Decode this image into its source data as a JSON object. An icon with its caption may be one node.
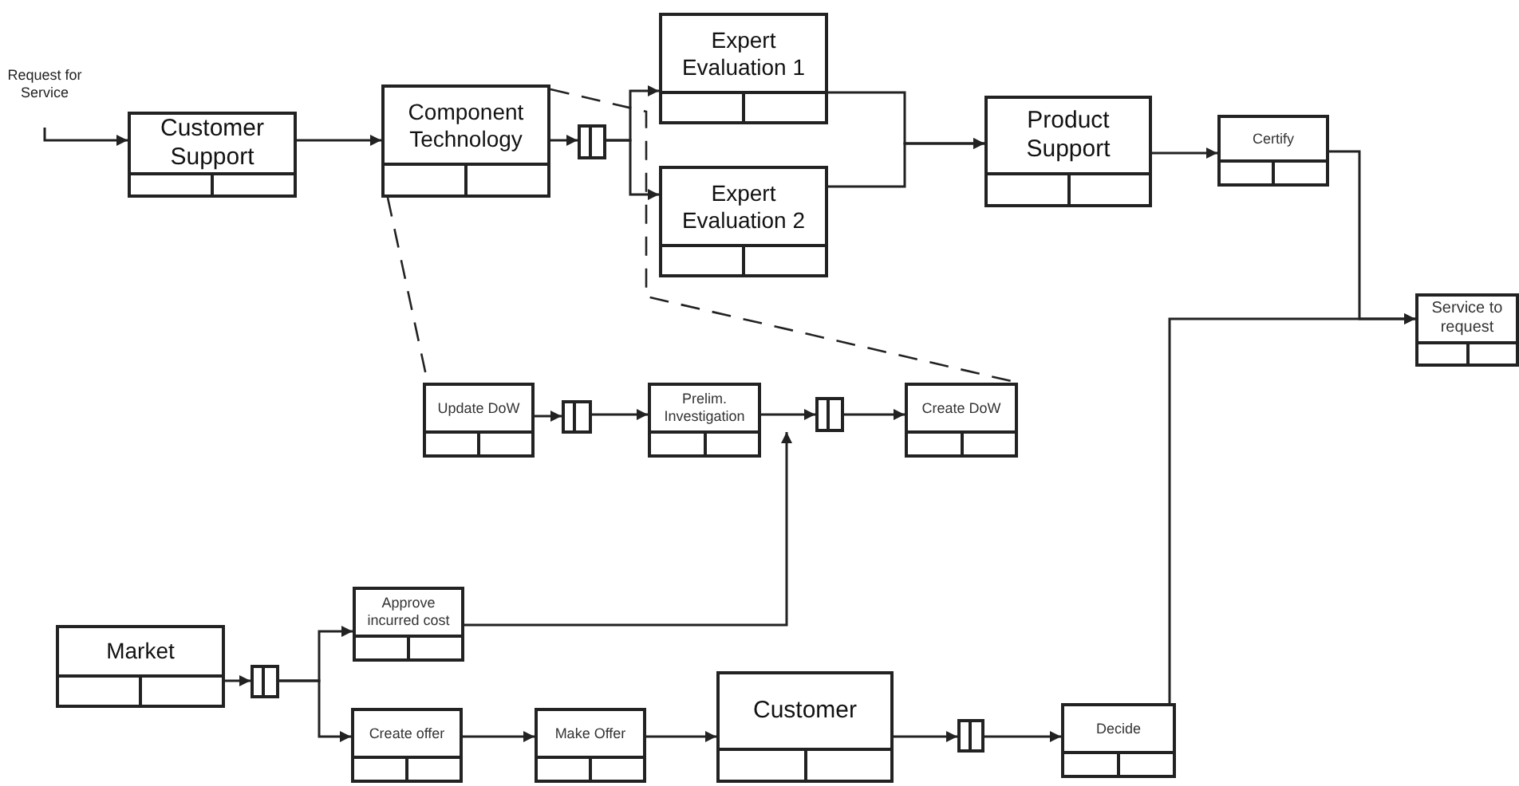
{
  "diagram": {
    "nodes": [
      {
        "text": [
          "Request for Service"
        ]
      },
      {
        "text": [
          "Customer Support"
        ]
      },
      {
        "text": [
          "Component Technology"
        ]
      },
      {
        "text": [],
        "shape": "box"
      },
      {
        "text": [
          "Expert Evaluation 1"
        ]
      },
      {
        "text": [
          "Expert Evaluation 2"
        ]
      },
      {
        "text": [
          "Product Support"
        ]
      },
      {
        "text": [
          "Certify"
        ]
      },
      {
        "text": [
          "Service to request"
        ]
      },
      {
        "text": [
          "Update DoW"
        ]
      },
      {
        "text": [],
        "shape": "box"
      },
      {
        "text": [
          "Prelim. Investigation"
        ]
      },
      {
        "text": [],
        "shape": "box"
      },
      {
        "text": [
          "Create DoW"
        ]
      },
      {
        "text": [
          "Market"
        ]
      },
      {
        "text": [],
        "shape": "box"
      },
      {
        "text": [
          "Approve incurred cost"
        ]
      },
      {
        "text": [
          "Create offer"
        ]
      },
      {
        "text": [
          "Make Offer"
        ]
      },
      {
        "text": [
          "Customer"
        ]
      },
      {
        "text": [],
        "shape": "box"
      },
      {
        "text": [
          "Decide"
        ]
      }
    ],
    "edges": [
      {
        "from": 0,
        "to": 1,
        "arrow": "to"
      },
      {
        "from": 1,
        "to": 2,
        "arrow": "to"
      },
      {
        "from": 2,
        "to": 3,
        "arrow": "to"
      },
      {
        "from": 3,
        "to": 4,
        "arrow": "to"
      },
      {
        "from": 3,
        "to": 5,
        "arrow": "to"
      },
      {
        "from": 4,
        "to": 6,
        "arrow": "to"
      },
      {
        "from": 5,
        "to": 6,
        "arrow": "to"
      },
      {
        "from": 6,
        "to": 7,
        "arrow": "to"
      },
      {
        "from": 7,
        "to": 8,
        "arrow": "to"
      },
      {
        "from": 21,
        "to": 8,
        "arrow": "to"
      },
      {
        "from": 2,
        "to": 9,
        "arrow": "none",
        "style": "dashed"
      },
      {
        "from": 2,
        "to": 13,
        "arrow": "none",
        "style": "dashed"
      },
      {
        "from": 9,
        "to": 10,
        "arrow": "to"
      },
      {
        "from": 10,
        "to": 11,
        "arrow": "to"
      },
      {
        "from": 11,
        "to": 12,
        "arrow": "to"
      },
      {
        "from": 16,
        "to": 12,
        "arrow": "to"
      },
      {
        "from": 12,
        "to": 13,
        "arrow": "to"
      },
      {
        "from": 14,
        "to": 15,
        "arrow": "to"
      },
      {
        "from": 15,
        "to": 16,
        "arrow": "to"
      },
      {
        "from": 15,
        "to": 17,
        "arrow": "to"
      },
      {
        "from": 17,
        "to": 18,
        "arrow": "to"
      },
      {
        "from": 18,
        "to": 19,
        "arrow": "to"
      },
      {
        "from": 19,
        "to": 20,
        "arrow": "to"
      },
      {
        "from": 20,
        "to": 21,
        "arrow": "to"
      }
    ]
  }
}
